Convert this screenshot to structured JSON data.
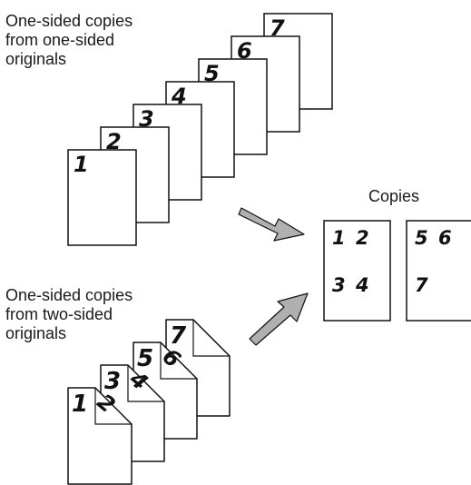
{
  "labels": {
    "top_line1": "One-sided copies",
    "top_line2": "from one-sided",
    "top_line3": "originals",
    "bottom_line1": "One-sided copies",
    "bottom_line2": "from two-sided",
    "bottom_line3": "originals",
    "copies": "Copies"
  },
  "one_sided_originals": [
    "1",
    "2",
    "3",
    "4",
    "5",
    "6",
    "7"
  ],
  "two_sided_originals": [
    {
      "front": "1",
      "back": "2"
    },
    {
      "front": "3",
      "back": "4"
    },
    {
      "front": "5",
      "back": "6"
    },
    {
      "front": "7",
      "back": ""
    }
  ],
  "copies": [
    {
      "page_numbers": [
        "1",
        "2",
        "3",
        "4"
      ]
    },
    {
      "page_numbers": [
        "5",
        "6",
        "7"
      ]
    }
  ],
  "colors": {
    "arrow_fill": "#b0b0b0",
    "outline": "#111111"
  }
}
